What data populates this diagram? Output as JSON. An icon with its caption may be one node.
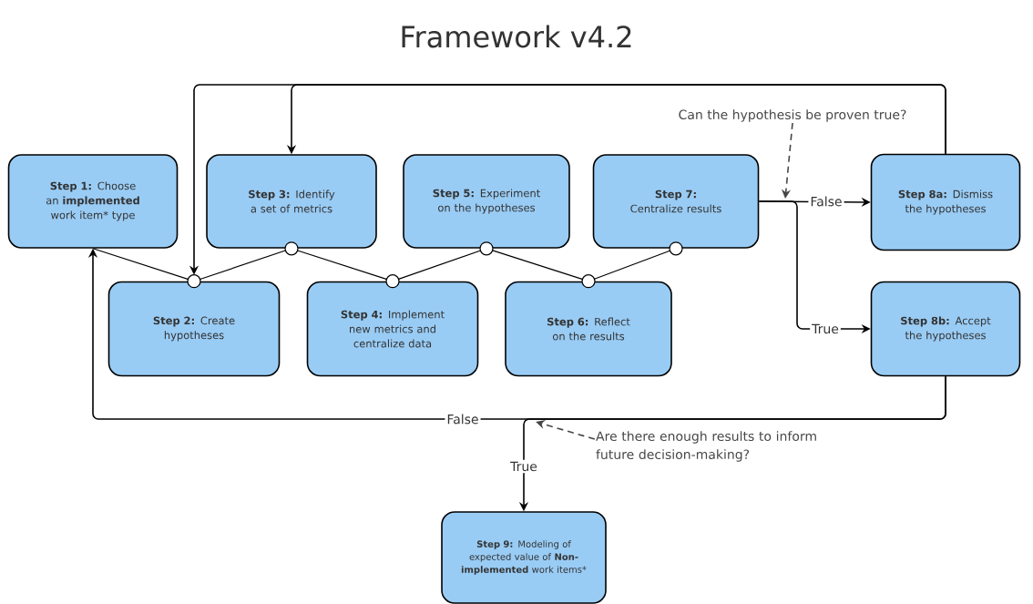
{
  "diagram": {
    "title": "Framework v4.2",
    "nodes": [
      {
        "text": [
          "**Step 1:** Choose an **implemented** work item* type"
        ]
      },
      {
        "text": [
          "**Step 3:** Identify a set of metrics"
        ]
      },
      {
        "text": [
          "**Step 5:** Experiment on the hypotheses"
        ]
      },
      {
        "text": [
          "**Step 7:** Centralize results"
        ]
      },
      {
        "text": [
          "**Step 8a:** Dismiss the hypotheses"
        ]
      },
      {
        "text": [
          "**Step 2:** Create hypotheses"
        ]
      },
      {
        "text": [
          "**Step 4:** Implement new metrics and centralize data"
        ]
      },
      {
        "text": [
          "**Step 6:** Reflect on the results"
        ]
      },
      {
        "text": [
          "**Step 8b:** Accept the hypotheses"
        ]
      },
      {
        "text": [
          "**Step 9:** Modeling of expected value of **Non-implemented** work items*"
        ]
      },
      {
        "text": [
          "Can the hypothesis be proven true?"
        ]
      },
      {
        "text": [
          "Are there enough results to inform future decision-making?"
        ]
      }
    ],
    "edges": [
      {
        "from": 0,
        "to": 5,
        "arrow": "other"
      },
      {
        "from": 5,
        "to": 1,
        "arrow": "other"
      },
      {
        "from": 1,
        "to": 6,
        "arrow": "other"
      },
      {
        "from": 6,
        "to": 2,
        "arrow": "other"
      },
      {
        "from": 2,
        "to": 7,
        "arrow": "other"
      },
      {
        "from": 7,
        "to": 3,
        "arrow": "other"
      },
      {
        "from": 3,
        "to": 4,
        "arrow": "to",
        "label": "False"
      },
      {
        "from": 3,
        "to": 8,
        "arrow": "to",
        "label": "True"
      },
      {
        "from": 4,
        "to": 1,
        "arrow": "to"
      },
      {
        "from": 4,
        "to": 5,
        "arrow": "to"
      },
      {
        "from": 8,
        "to": 0,
        "arrow": "to",
        "label": "False"
      },
      {
        "from": 8,
        "to": 9,
        "arrow": "to",
        "label": "True"
      },
      {
        "from": 10,
        "to": null,
        "arrow": "to",
        "style": "dashed"
      },
      {
        "from": 11,
        "to": null,
        "arrow": "to",
        "style": "dashed"
      }
    ]
  }
}
